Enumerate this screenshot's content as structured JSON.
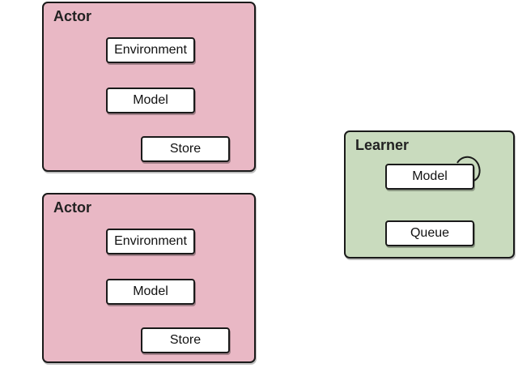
{
  "colors": {
    "actor_fill": "#e9b8c5",
    "learner_fill": "#c9dbbe",
    "node_fill": "#ffffff",
    "stroke": "#1a1a1a"
  },
  "actors": [
    {
      "title": "Actor",
      "environment": "Environment",
      "model": "Model",
      "store": "Store"
    },
    {
      "title": "Actor",
      "environment": "Environment",
      "model": "Model",
      "store": "Store"
    }
  ],
  "learner": {
    "title": "Learner",
    "model": "Model",
    "queue": "Queue"
  }
}
